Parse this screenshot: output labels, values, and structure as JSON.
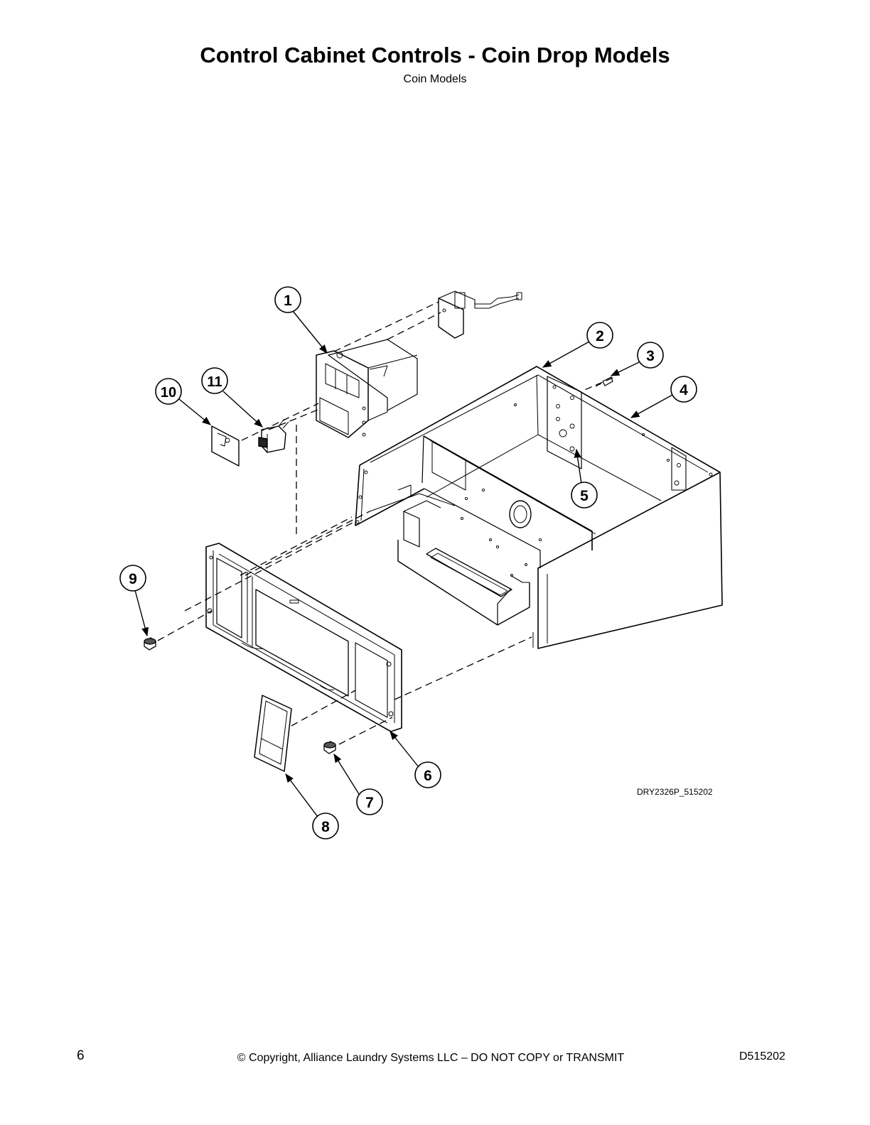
{
  "header": {
    "title": "Control Cabinet Controls - Coin Drop Models",
    "subtitle": "Coin Models"
  },
  "diagram": {
    "drawing_ref": "DRY2326P_515202",
    "callouts": [
      "1",
      "2",
      "3",
      "4",
      "5",
      "6",
      "7",
      "8",
      "9",
      "10",
      "11"
    ]
  },
  "footer": {
    "page_number": "6",
    "copyright": "© Copyright, Alliance Laundry Systems LLC – DO NOT COPY or TRANSMIT",
    "document_id": "D515202"
  }
}
